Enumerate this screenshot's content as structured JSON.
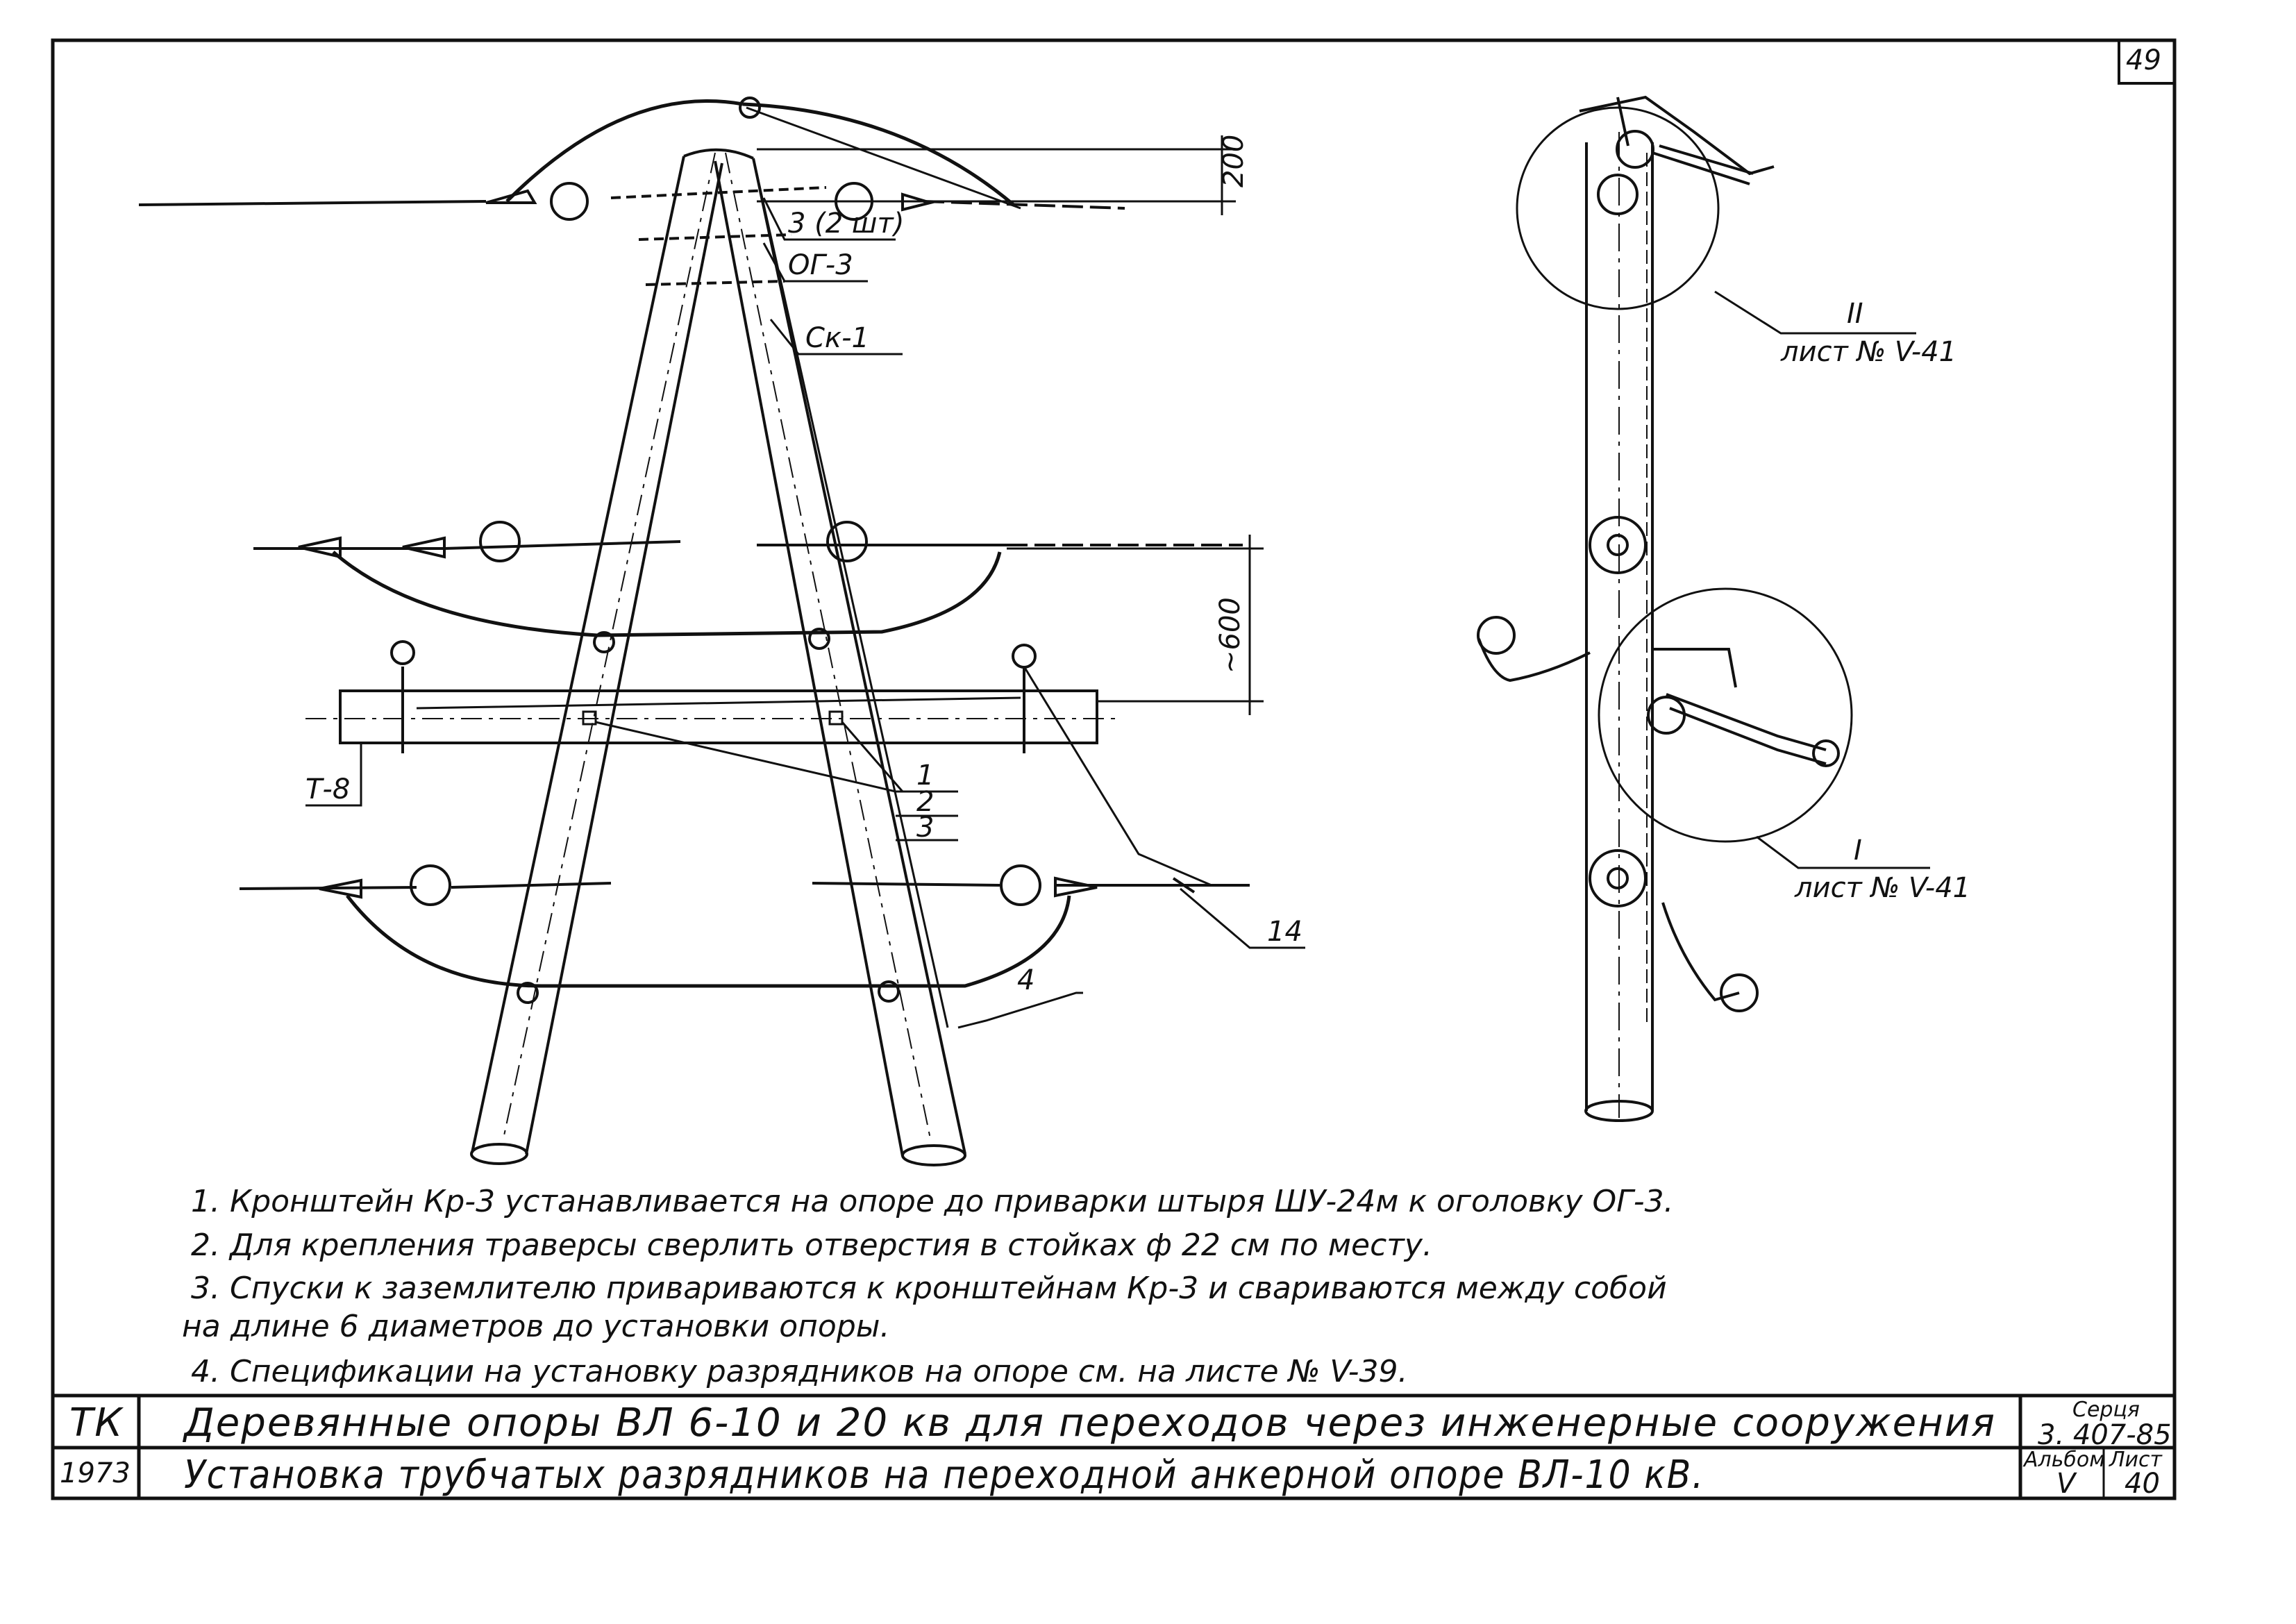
{
  "sheet": {
    "page_number": "49",
    "series_label": "Серця",
    "series_value": "3. 407-85",
    "album_label": "Альбом",
    "album_value": "V",
    "sheet_label": "Лист",
    "sheet_value": "40",
    "org": "ТК",
    "year": "1973",
    "title_main": "Деревянные  опоры  ВЛ  6-10 и 20 кв для переходов через инженерные сооружения",
    "title_sub": "Установка трубчатых разрядников на переходной анкерной опоре ВЛ-10 кВ."
  },
  "callouts": {
    "dim_200": "200",
    "dim_600": "~600",
    "part_3": "3 (2 шт)",
    "part_og3": "ОГ-3",
    "part_ck1": "Ск-1",
    "part_t8": "Т-8",
    "part_1": "1",
    "part_2": "2",
    "part_3b": "3",
    "part_14": "14",
    "part_4": "4",
    "view_ii": "II",
    "view_ii_ref": "лист № V-41",
    "view_i": "I",
    "view_i_ref": "лист № V-41"
  },
  "notes": [
    "1. Кронштейн  Кр-3  устанавливается на опоре до приварки штыря ШУ-24м к оголовку ОГ-3.",
    "2. Для  крепления  траверсы  сверлить отверстия в стойках ф 22 см по месту.",
    "3. Спуски к заземлителю привариваются к кронштейнам Кр-3 и свариваются между собой",
    "на длине 6 диаметров  до  установки  опоры.",
    "4. Спецификации на установку разрядников на опоре  см. на листе № V-39."
  ]
}
